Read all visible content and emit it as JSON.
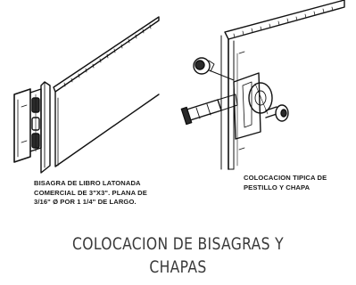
{
  "captions": {
    "left": {
      "line1": "BISAGRA DE LIBRO LATONADA",
      "line2": "COMERCIAL DE 3\"X3\". PLANA DE",
      "line3": "3/16\" Ø POR 1 1/4\" DE LARGO."
    },
    "right": {
      "line1": "COLOCACION TIPICA DE",
      "line2": "PESTILLO Y CHAPA"
    }
  },
  "title": {
    "line1": "COLOCACION DE BISAGRAS Y",
    "line2": "CHAPAS"
  },
  "colors": {
    "ink": "#111111",
    "paper": "#ffffff",
    "title": "#3a3a3a"
  }
}
